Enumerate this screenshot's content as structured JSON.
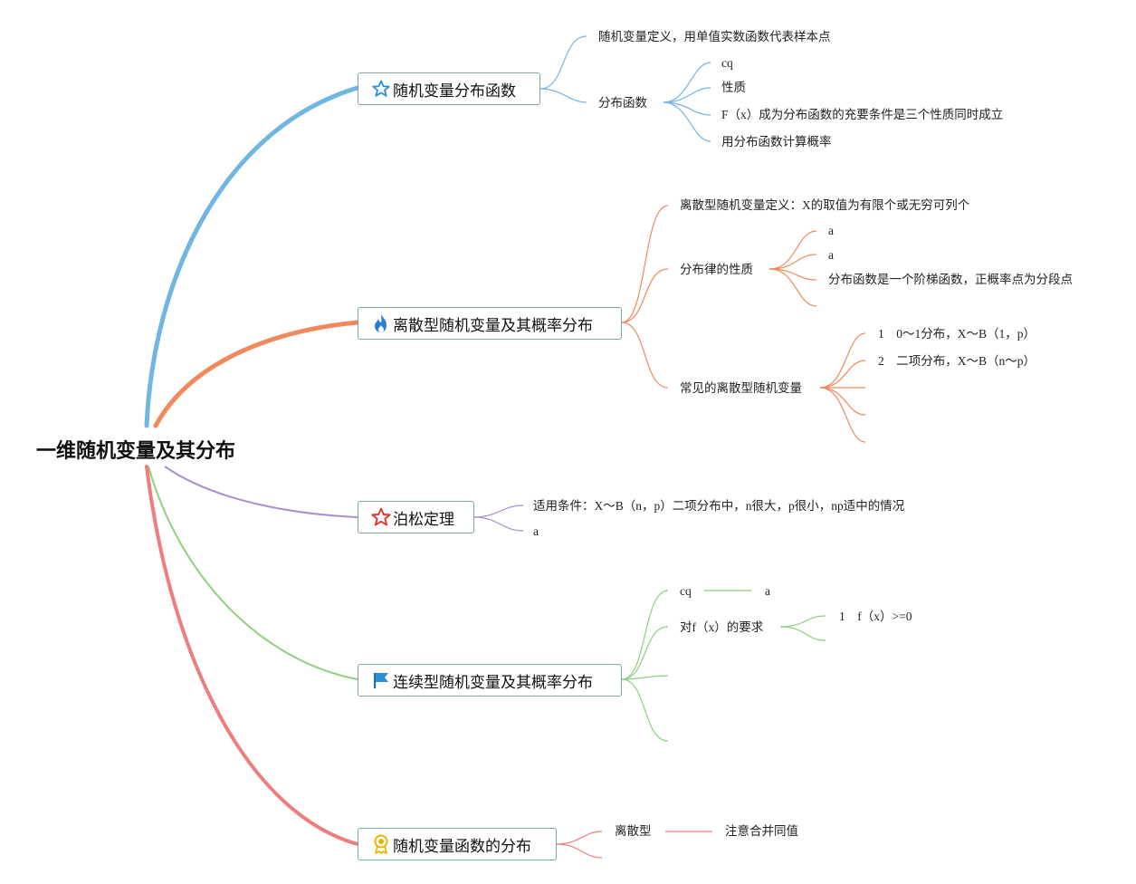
{
  "root": {
    "title": "一维随机变量及其分布"
  },
  "colors": {
    "blue": "#6fb6e3",
    "orange": "#f08a5d",
    "purple": "#a98fd0",
    "green": "#8fd07f",
    "red": "#f07d7d"
  },
  "branches": [
    {
      "label": "随机变量分布函数",
      "icon": "star-outline-icon",
      "children": [
        {
          "label": "随机变量定义，用单值实数函数代表样本点"
        },
        {
          "label": "分布函数",
          "children": [
            {
              "label": "cq"
            },
            {
              "label": "性质"
            },
            {
              "label": "F（x）成为分布函数的充要条件是三个性质同时成立"
            },
            {
              "label": "用分布函数计算概率"
            }
          ]
        }
      ]
    },
    {
      "label": "离散型随机变量及其概率分布",
      "icon": "fire-icon",
      "children": [
        {
          "label": "离散型随机变量定义：X的取值为有限个或无穷可列个"
        },
        {
          "label": "分布律的性质",
          "children": [
            {
              "label": "a"
            },
            {
              "label": "a"
            },
            {
              "label": "分布函数是一个阶梯函数，正概率点为分段点"
            },
            {
              "label": ""
            }
          ]
        },
        {
          "label": "常见的离散型随机变量",
          "children": [
            {
              "label": "1　0～1分布，X～B（1，p）"
            },
            {
              "label": "2　二项分布，X～B（n～p）"
            },
            {
              "label": ""
            },
            {
              "label": ""
            },
            {
              "label": ""
            }
          ]
        }
      ]
    },
    {
      "label": "泊松定理",
      "icon": "star-red-icon",
      "children": [
        {
          "label": "适用条件：X～B（n，p）二项分布中，n很大，p很小，np适中的情况"
        },
        {
          "label": "a"
        }
      ]
    },
    {
      "label": "连续型随机变量及其概率分布",
      "icon": "flag-icon",
      "children": [
        {
          "label": "cq",
          "next": "a"
        },
        {
          "label": "对f（x）的要求",
          "children": [
            {
              "label": "1　f（x）>=0"
            },
            {
              "label": ""
            }
          ]
        },
        {
          "label": ""
        },
        {
          "label": ""
        }
      ]
    },
    {
      "label": "随机变量函数的分布",
      "icon": "medal-icon",
      "children": [
        {
          "label": "离散型",
          "next": "注意合并同值"
        },
        {
          "label": ""
        }
      ]
    }
  ]
}
